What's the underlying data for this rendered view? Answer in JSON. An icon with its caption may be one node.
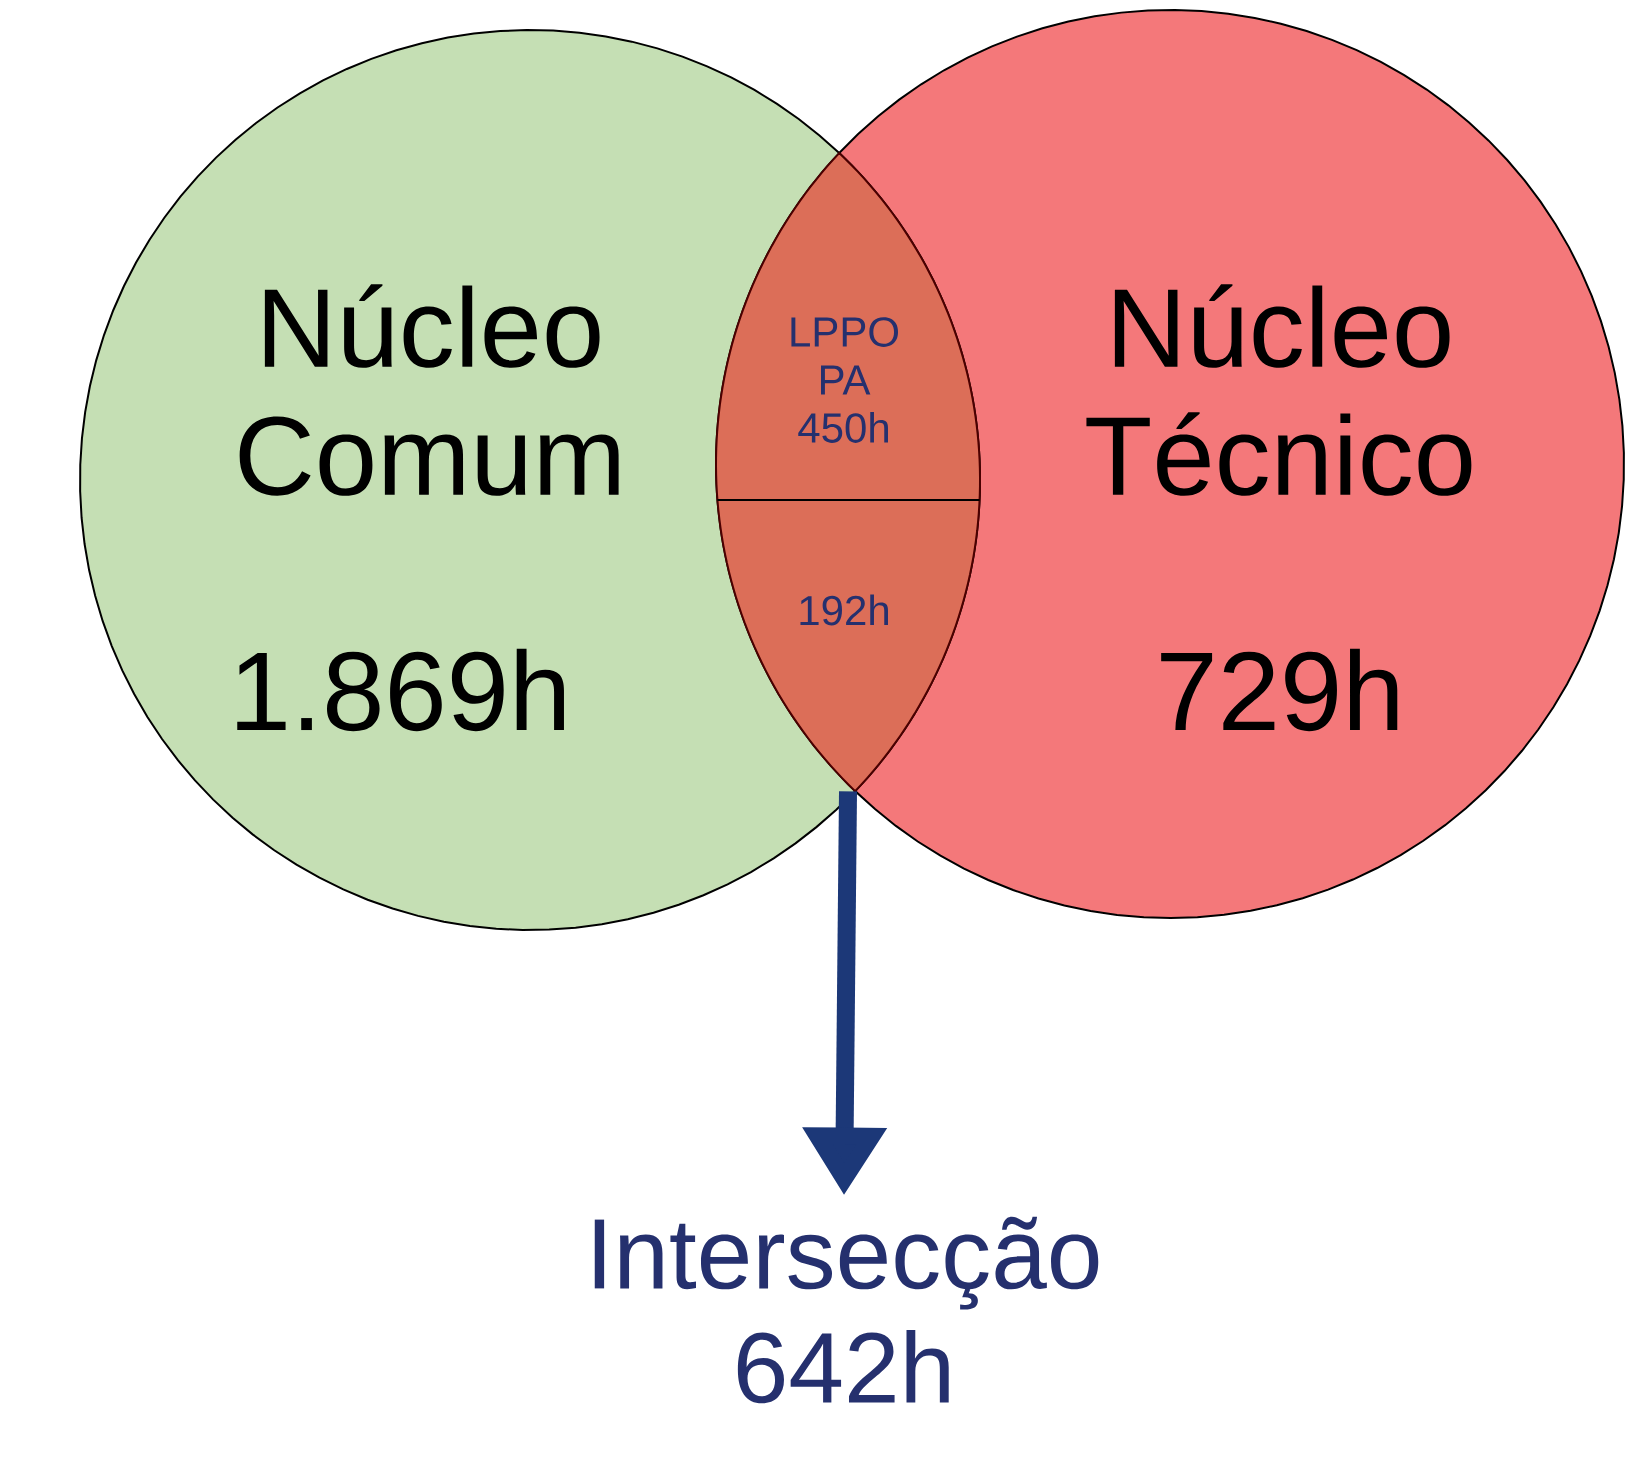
{
  "diagram": {
    "nodes": [
      {
        "text": [
          "Núcleo Comum",
          "1.869h"
        ]
      },
      {
        "text": [
          "Núcleo Técnico",
          "729h"
        ]
      },
      {
        "text": [
          "LPPO PA 450h",
          "192h"
        ]
      },
      {
        "text": [
          "Intersecção 642h"
        ]
      }
    ],
    "edges": [
      {
        "from": 2,
        "to": 3,
        "arrow": "to"
      }
    ]
  }
}
